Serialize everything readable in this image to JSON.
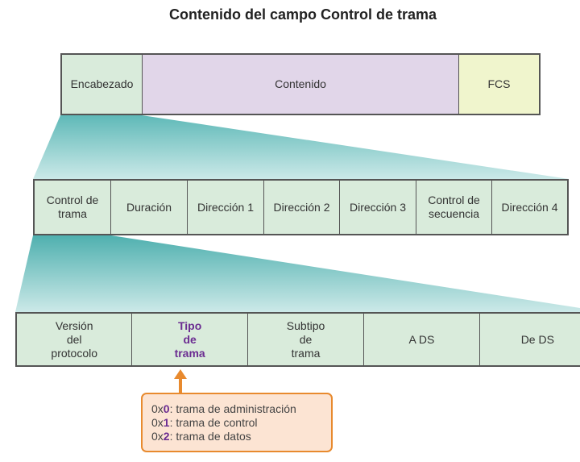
{
  "title": "Contenido del campo Control de trama",
  "frame": {
    "cells": [
      {
        "label": "Encabezado",
        "color": "#d9ebdb"
      },
      {
        "label": "Contenido",
        "color": "#e1d6e9"
      },
      {
        "label": "FCS",
        "color": "#f0f5cd"
      }
    ]
  },
  "header_fields": [
    "Control de\ntrama",
    "Duración",
    "Dirección 1",
    "Dirección 2",
    "Dirección 3",
    "Control de\nsecuencia",
    "Dirección 4"
  ],
  "control_fields": [
    "Versión\ndel\nprotocolo",
    "Tipo\nde\ntrama",
    "Subtipo\nde\ntrama",
    "A DS",
    "De DS"
  ],
  "highlighted_field": "Tipo\nde\ntrama",
  "colors": {
    "field_fill": "#d9ebdb",
    "highlight_text": "#6b2c91",
    "callout_border": "#e88a2e",
    "callout_fill": "#fce4d3",
    "teal_top": "#5bb5b5",
    "teal_bottom": "#c9e8e8"
  },
  "callout": {
    "lines": [
      {
        "prefix": "0x",
        "code": "0",
        "text": ": trama de administración"
      },
      {
        "prefix": "0x",
        "code": "1",
        "text": ": trama de control"
      },
      {
        "prefix": "0x",
        "code": "2",
        "text": ": trama de datos"
      }
    ]
  }
}
